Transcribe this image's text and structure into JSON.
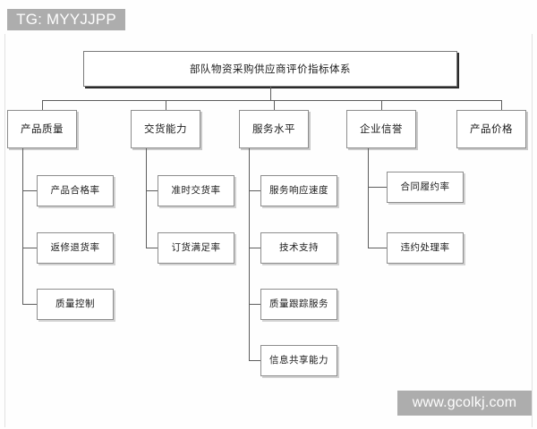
{
  "watermarks": {
    "top_tag": "TG: MYYJJPP",
    "bottom_tag": "www.gcolkj.com"
  },
  "diagram": {
    "type": "hierarchy-tree",
    "title": "部队物资采购供应商评价指标体系",
    "levels": 3,
    "branches": [
      {
        "label": "产品质量",
        "children": [
          "产品合格率",
          "返修退货率",
          "质量控制"
        ]
      },
      {
        "label": "交货能力",
        "children": [
          "准时交货率",
          "订货满足率"
        ]
      },
      {
        "label": "服务水平",
        "children": [
          "服务响应速度",
          "技术支持",
          "质量跟踪服务",
          "信息共享能力"
        ]
      },
      {
        "label": "企业信誉",
        "children": [
          "合同履约率",
          "违约处理率"
        ]
      },
      {
        "label": "产品价格",
        "children": []
      }
    ]
  },
  "colors": {
    "box_border": "#8d8d8d",
    "connector": "#5d5d5d",
    "watermark_bg": "#adadad",
    "page_bg": "#ffffff"
  }
}
